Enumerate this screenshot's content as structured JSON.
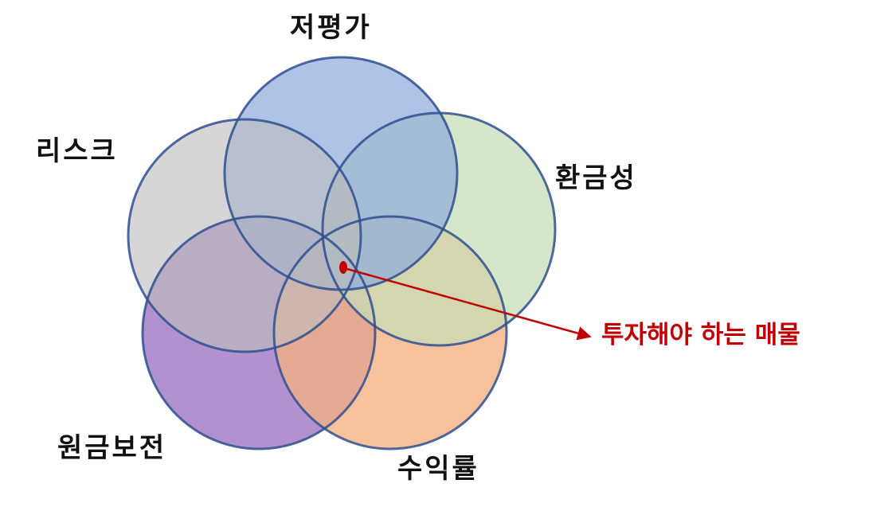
{
  "diagram": {
    "sets": [
      {
        "id": "low-valuation",
        "label": "저평가",
        "color": "#8eaadb"
      },
      {
        "id": "liquidity",
        "label": "환금성",
        "color": "#c5deb5"
      },
      {
        "id": "return",
        "label": "수익률",
        "color": "#f4b183"
      },
      {
        "id": "principal",
        "label": "원금보전",
        "color": "#a57fc6"
      },
      {
        "id": "risk",
        "label": "리스크",
        "color": "#c9c9c9"
      }
    ],
    "outline_color": "#2f4f8f",
    "callout": {
      "text": "투자해야 하는 매물",
      "color": "#c00000"
    }
  }
}
